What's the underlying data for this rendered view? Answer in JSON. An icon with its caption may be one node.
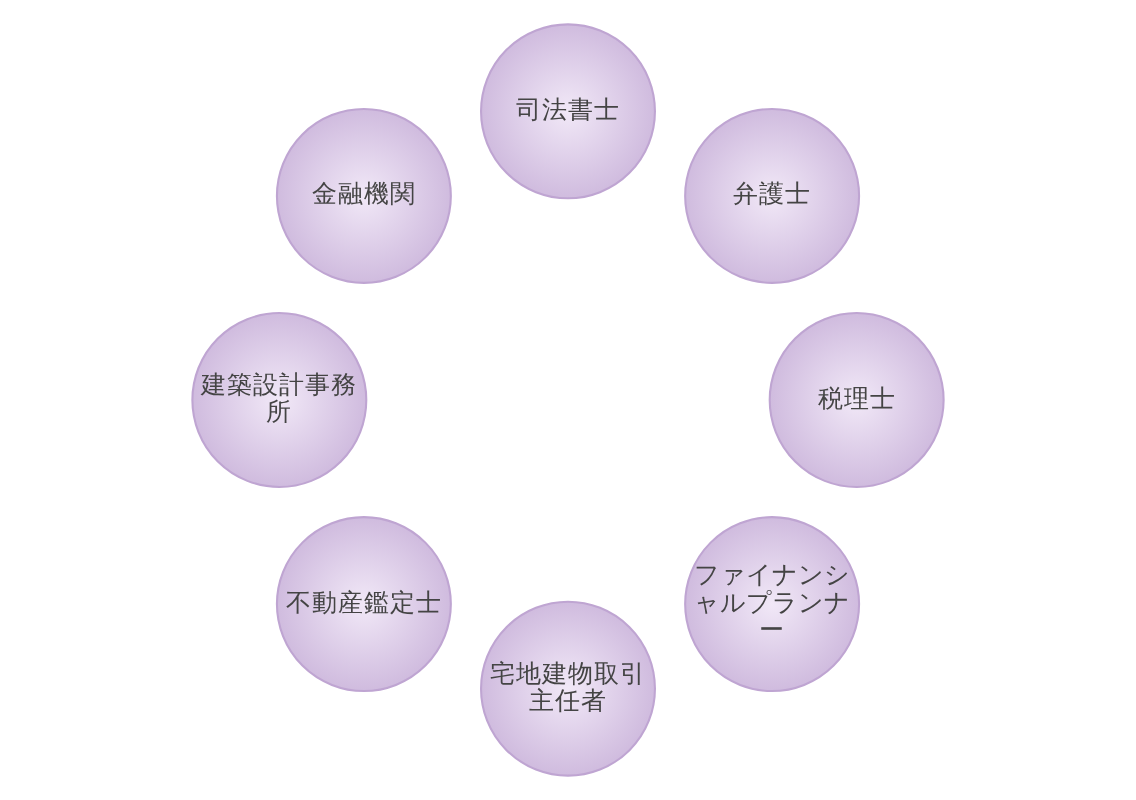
{
  "diagram": {
    "nodes": [
      {
        "text": [
          "ファイナンシャルプランナー"
        ]
      },
      {
        "text": [
          "税理士"
        ]
      },
      {
        "text": [
          "宅地建物取引主任者"
        ]
      },
      {
        "text": [
          "弁護士"
        ]
      },
      {
        "text": [
          "不動産鑑定士"
        ]
      },
      {
        "text": [
          "司法書士"
        ]
      },
      {
        "text": [
          "建築設計事務所"
        ]
      },
      {
        "text": [
          "金融機関"
        ]
      }
    ]
  }
}
